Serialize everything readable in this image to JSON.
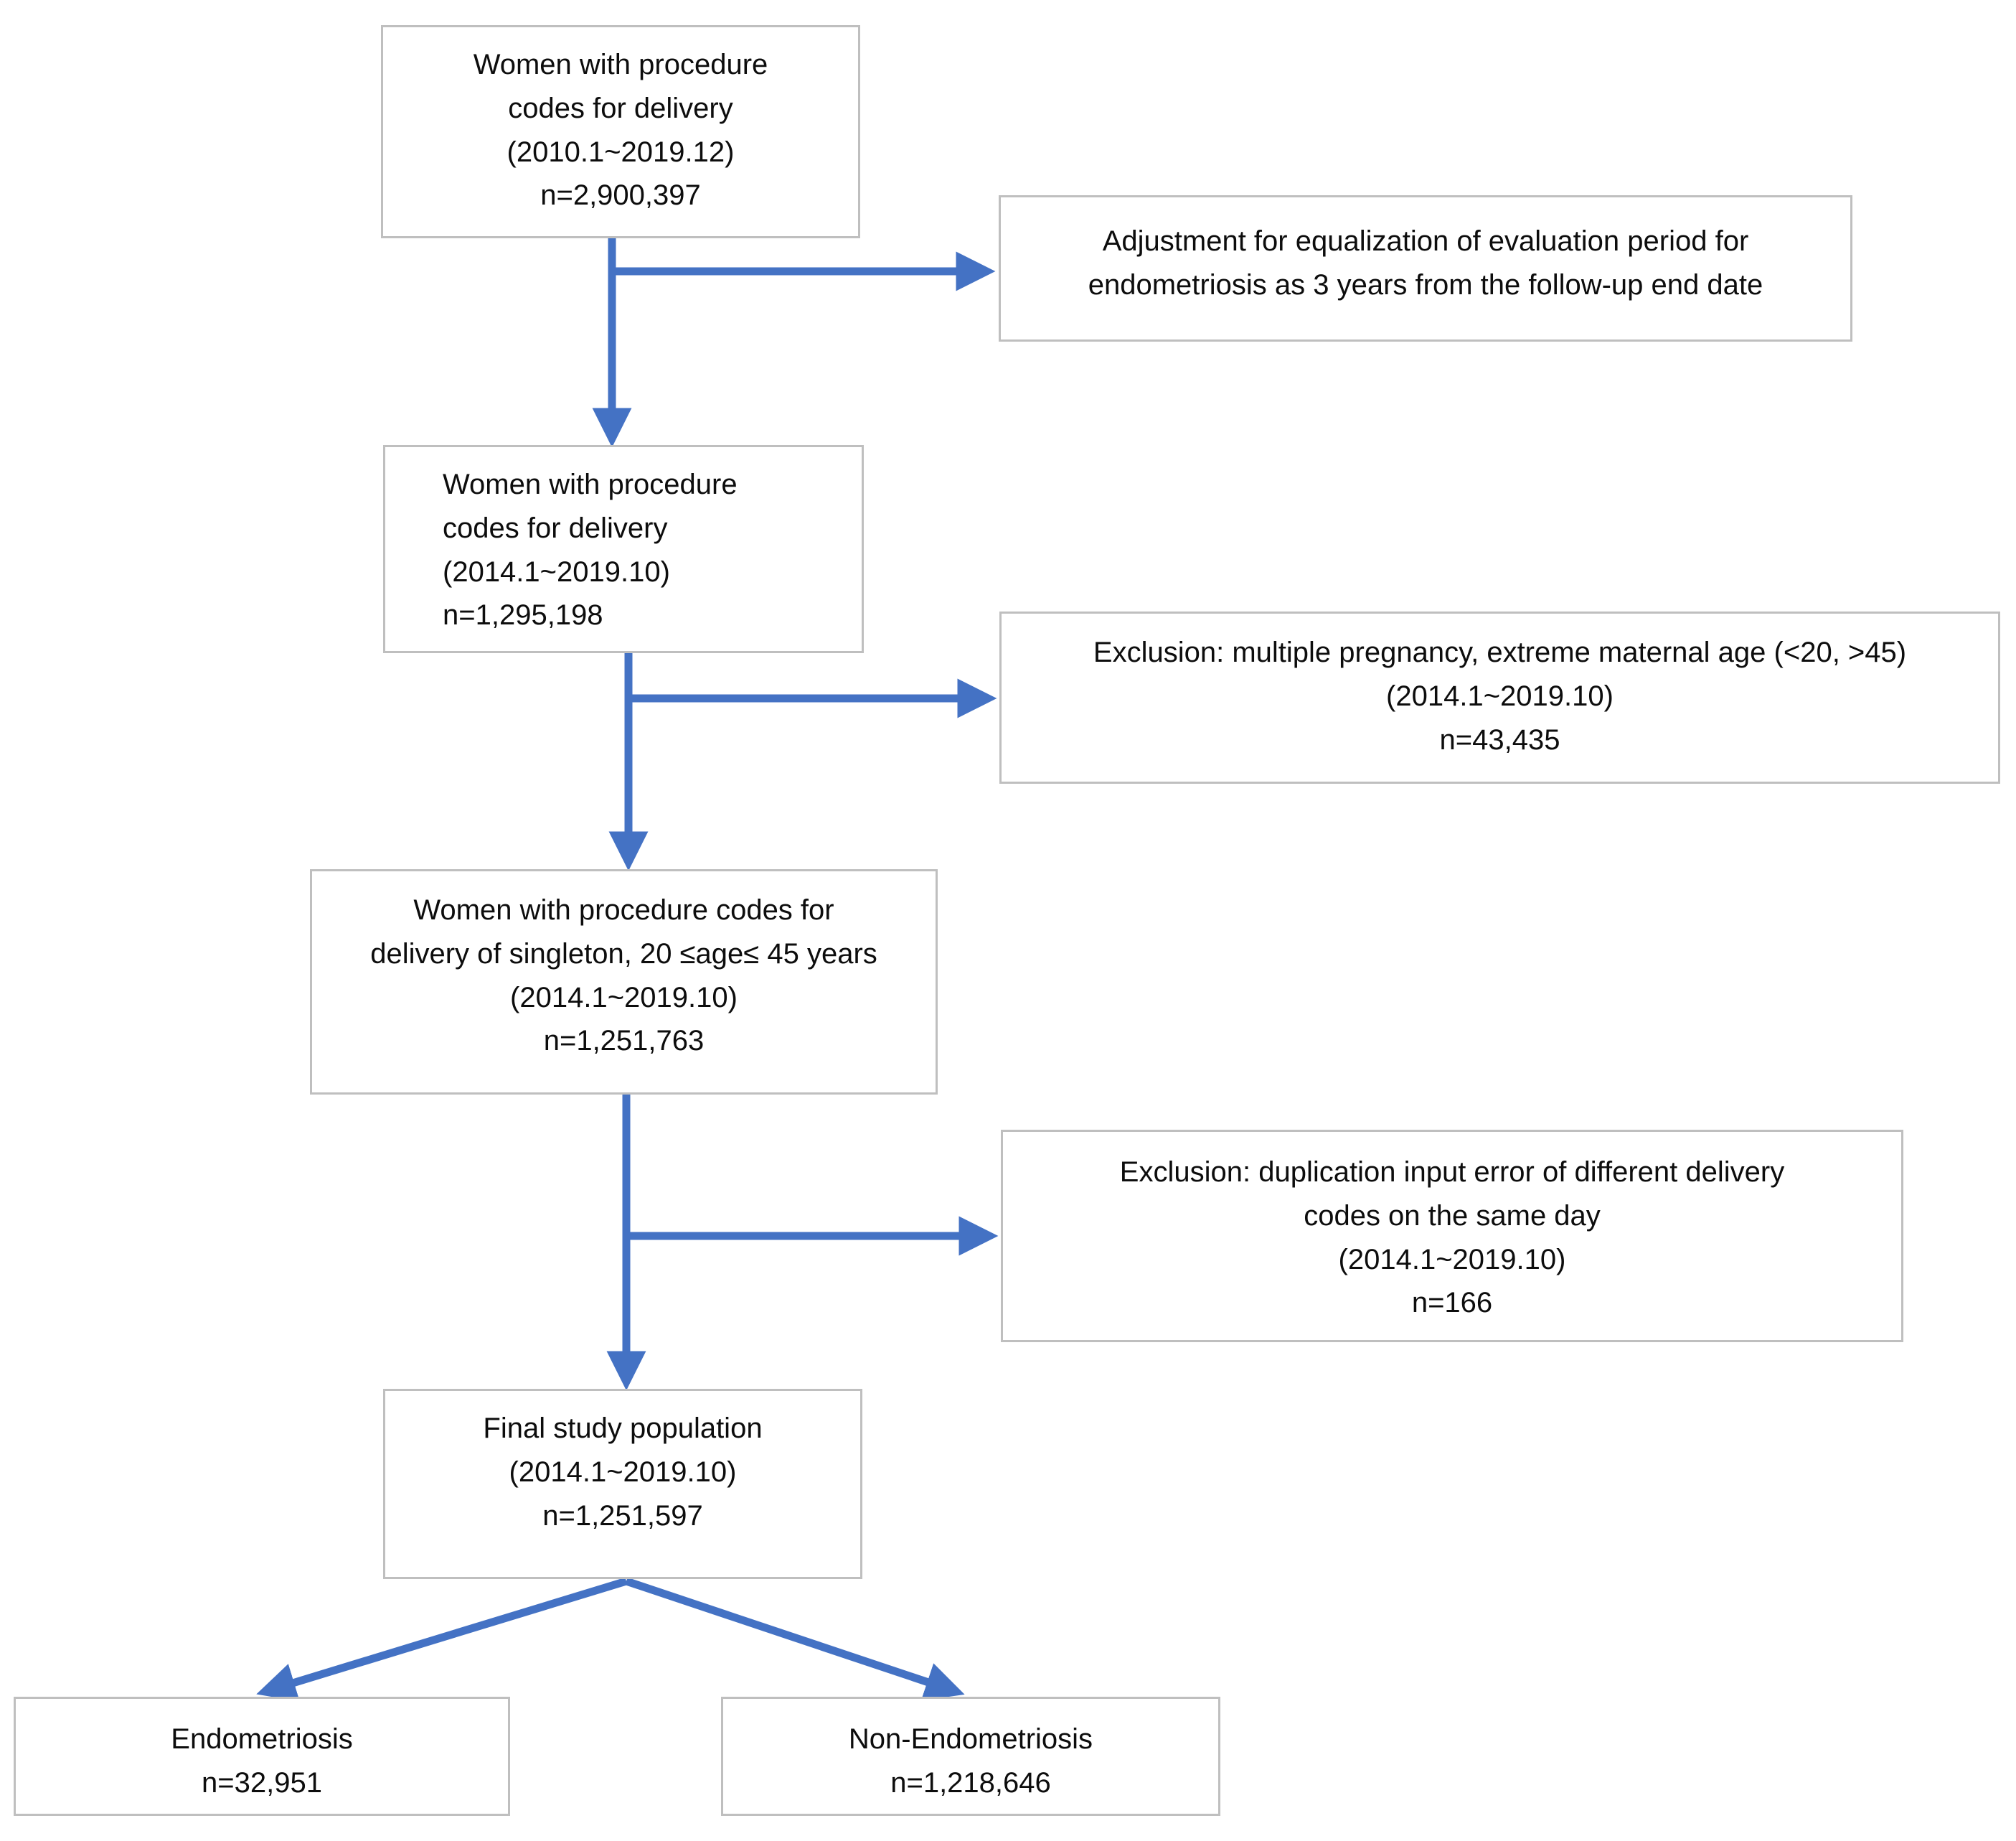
{
  "diagram": {
    "type": "study-flow-diagram",
    "colors": {
      "box_border": "#bfbfbf",
      "arrow": "#4472c4",
      "text": "#0d0d0d",
      "background": "#ffffff"
    },
    "nodes": [
      {
        "id": "cohort-initial",
        "lines": [
          "Women with procedure",
          "codes for delivery",
          "(2010.1~2019.12)",
          "n=2,900,397"
        ]
      },
      {
        "id": "adjust-evaluation",
        "lines": [
          "Adjustment for equalization of evaluation period for",
          "endometriosis as 3 years from the follow-up end date"
        ]
      },
      {
        "id": "cohort-adjusted",
        "lines": [
          "Women with procedure",
          "codes for delivery",
          "(2014.1~2019.10)",
          "n=1,295,198"
        ]
      },
      {
        "id": "exclusion-multiple",
        "lines": [
          "Exclusion: multiple pregnancy, extreme maternal age (<20, >45)",
          "(2014.1~2019.10)",
          "n=43,435"
        ]
      },
      {
        "id": "cohort-singleton",
        "lines": [
          "Women with procedure codes for",
          "delivery of singleton, 20 ≤age≤ 45 years",
          "(2014.1~2019.10)",
          "n=1,251,763"
        ]
      },
      {
        "id": "exclusion-duplication",
        "lines": [
          "Exclusion: duplication input error of different delivery",
          "codes on the same day",
          "(2014.1~2019.10)",
          "n=166"
        ]
      },
      {
        "id": "final-population",
        "lines": [
          "Final study population",
          "(2014.1~2019.10)",
          "n=1,251,597"
        ]
      },
      {
        "id": "group-endometriosis",
        "lines": [
          "Endometriosis",
          "n=32,951"
        ]
      },
      {
        "id": "group-non-endometriosis",
        "lines": [
          "Non-Endometriosis",
          "n=1,218,646"
        ]
      }
    ],
    "counts": {
      "initial_n": "2,900,397",
      "adjusted_n": "1,295,198",
      "singleton_n": "1,251,763",
      "excluded_multiple_n": "43,435",
      "excluded_duplication_n": "166",
      "final_n": "1,251,597",
      "endometriosis_n": "32,951",
      "non_endometriosis_n": "1,218,646"
    },
    "periods": {
      "initial": "(2010.1~2019.12)",
      "study": "(2014.1~2019.10)"
    }
  }
}
